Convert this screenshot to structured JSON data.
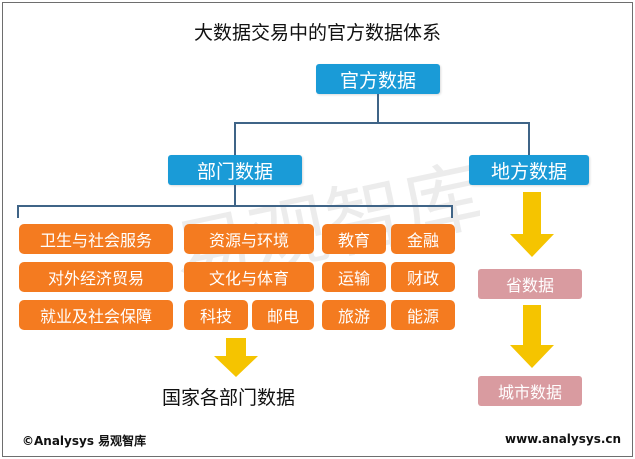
{
  "title": "大数据交易中的官方数据体系",
  "root": "官方数据",
  "branches": {
    "dept": "部门数据",
    "local": "地方数据"
  },
  "departments": [
    [
      "卫生与社会服务",
      "资源与环境",
      "教育",
      "金融"
    ],
    [
      "对外经济贸易",
      "文化与体育",
      "运输",
      "财政"
    ],
    [
      "就业及社会保障",
      "科技",
      "邮电",
      "旅游",
      "能源"
    ]
  ],
  "dept_caption": "国家各部门数据",
  "local_levels": [
    "省数据",
    "城市数据"
  ],
  "watermark": "易观智库",
  "footer": {
    "left": "©Analysys 易观智库",
    "right": "www.analysys.cn"
  },
  "colors": {
    "blue": "#1a9bd7",
    "orange": "#f47b20",
    "pink": "#d99ba0",
    "arrow": "#f5c400",
    "connector": "#3f6487"
  }
}
